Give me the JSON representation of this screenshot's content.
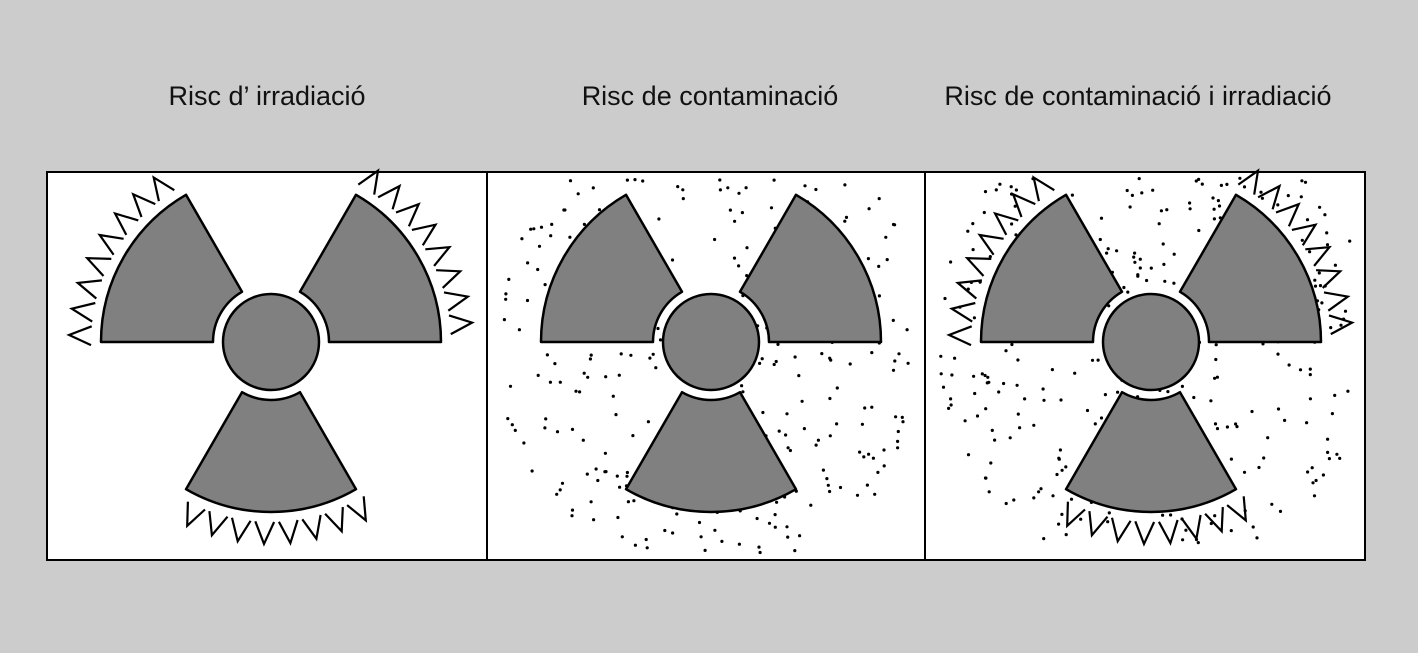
{
  "panels": [
    {
      "title": "Risc d’ irradiació",
      "irradiation": true,
      "contamination": false
    },
    {
      "title": "Risc de contaminació",
      "irradiation": false,
      "contamination": true
    },
    {
      "title": "Risc de contaminació i irradiació",
      "irradiation": true,
      "contamination": true
    }
  ],
  "colors": {
    "background": "#cccccc",
    "blade": "#808080",
    "panel": "#ffffff",
    "stroke": "#000000"
  }
}
